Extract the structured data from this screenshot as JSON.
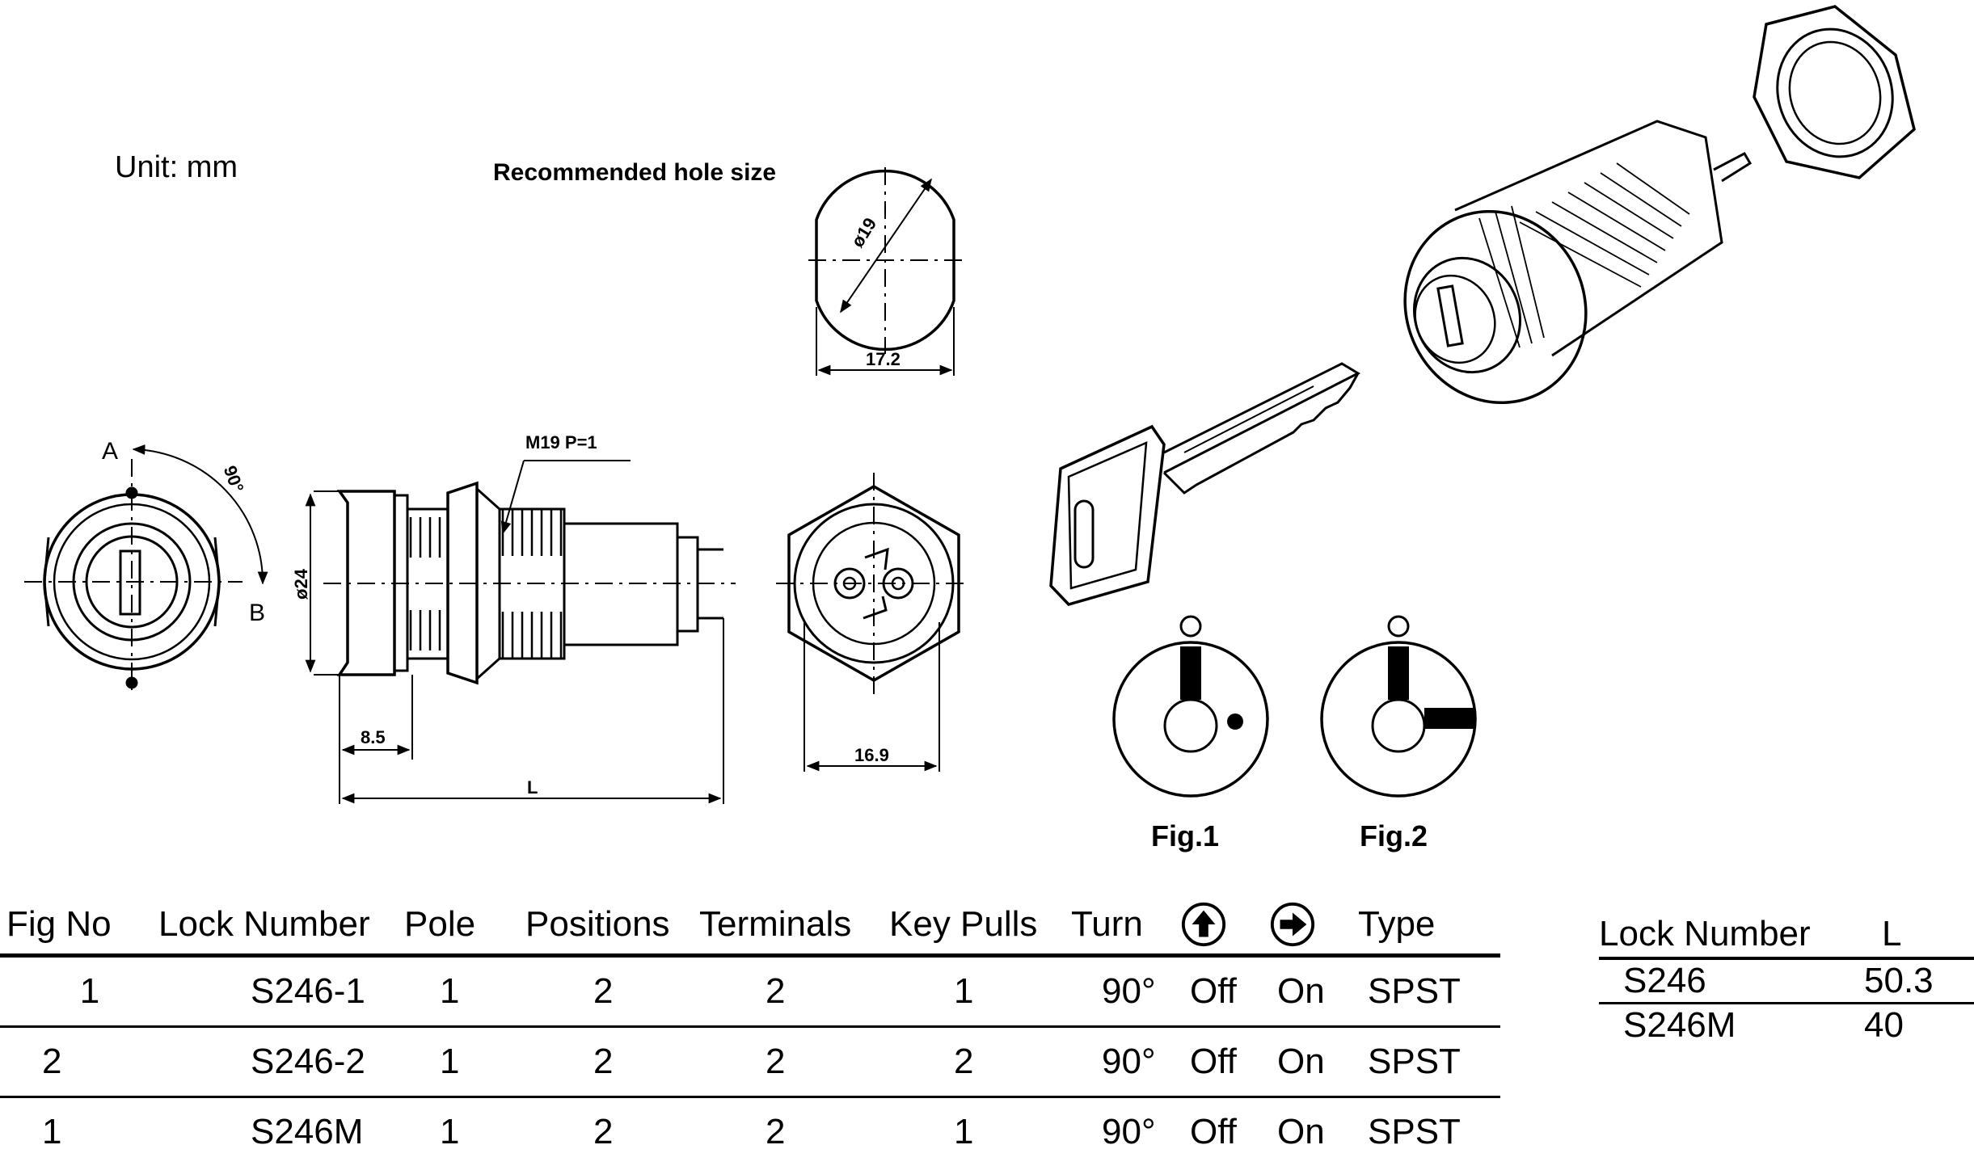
{
  "header": {
    "unit_text": "Unit:  mm",
    "recommended_hole_label": "Recommended  hole  size"
  },
  "dimensions": {
    "hole_diameter": "ø19",
    "hole_width": "17.2",
    "thread_label": "M19  P=1",
    "rotation_angle": "90°",
    "outer_diameter": "ø24",
    "length_85": "8.5",
    "length_L": "L",
    "width_169": "16.9",
    "position_a": "A",
    "position_b": "B"
  },
  "figures": {
    "fig1_label": "Fig.1",
    "fig2_label": "Fig.2"
  },
  "spec_table": {
    "headers": [
      "Fig  No",
      "Lock  Number",
      "Pole",
      "Positions",
      "Terminals",
      "Key  Pulls",
      "Turn",
      "",
      "",
      "Type"
    ],
    "header_icons": [
      "up-arrow-circle-icon",
      "right-arrow-circle-icon"
    ],
    "rows": [
      [
        "1",
        "S246-1",
        "1",
        "2",
        "2",
        "1",
        "90°",
        "Off",
        "On",
        "SPST"
      ],
      [
        "2",
        "S246-2",
        "1",
        "2",
        "2",
        "2",
        "90°",
        "Off",
        "On",
        "SPST"
      ],
      [
        "1",
        "S246M",
        "1",
        "2",
        "2",
        "1",
        "90°",
        "Off",
        "On",
        "SPST"
      ]
    ]
  },
  "lock_table": {
    "headers": [
      "Lock  Number",
      "L"
    ],
    "rows": [
      [
        "S246",
        "50.3"
      ],
      [
        "S246M",
        "40"
      ]
    ]
  },
  "colors": {
    "ink": "#000000",
    "paper": "#ffffff"
  }
}
